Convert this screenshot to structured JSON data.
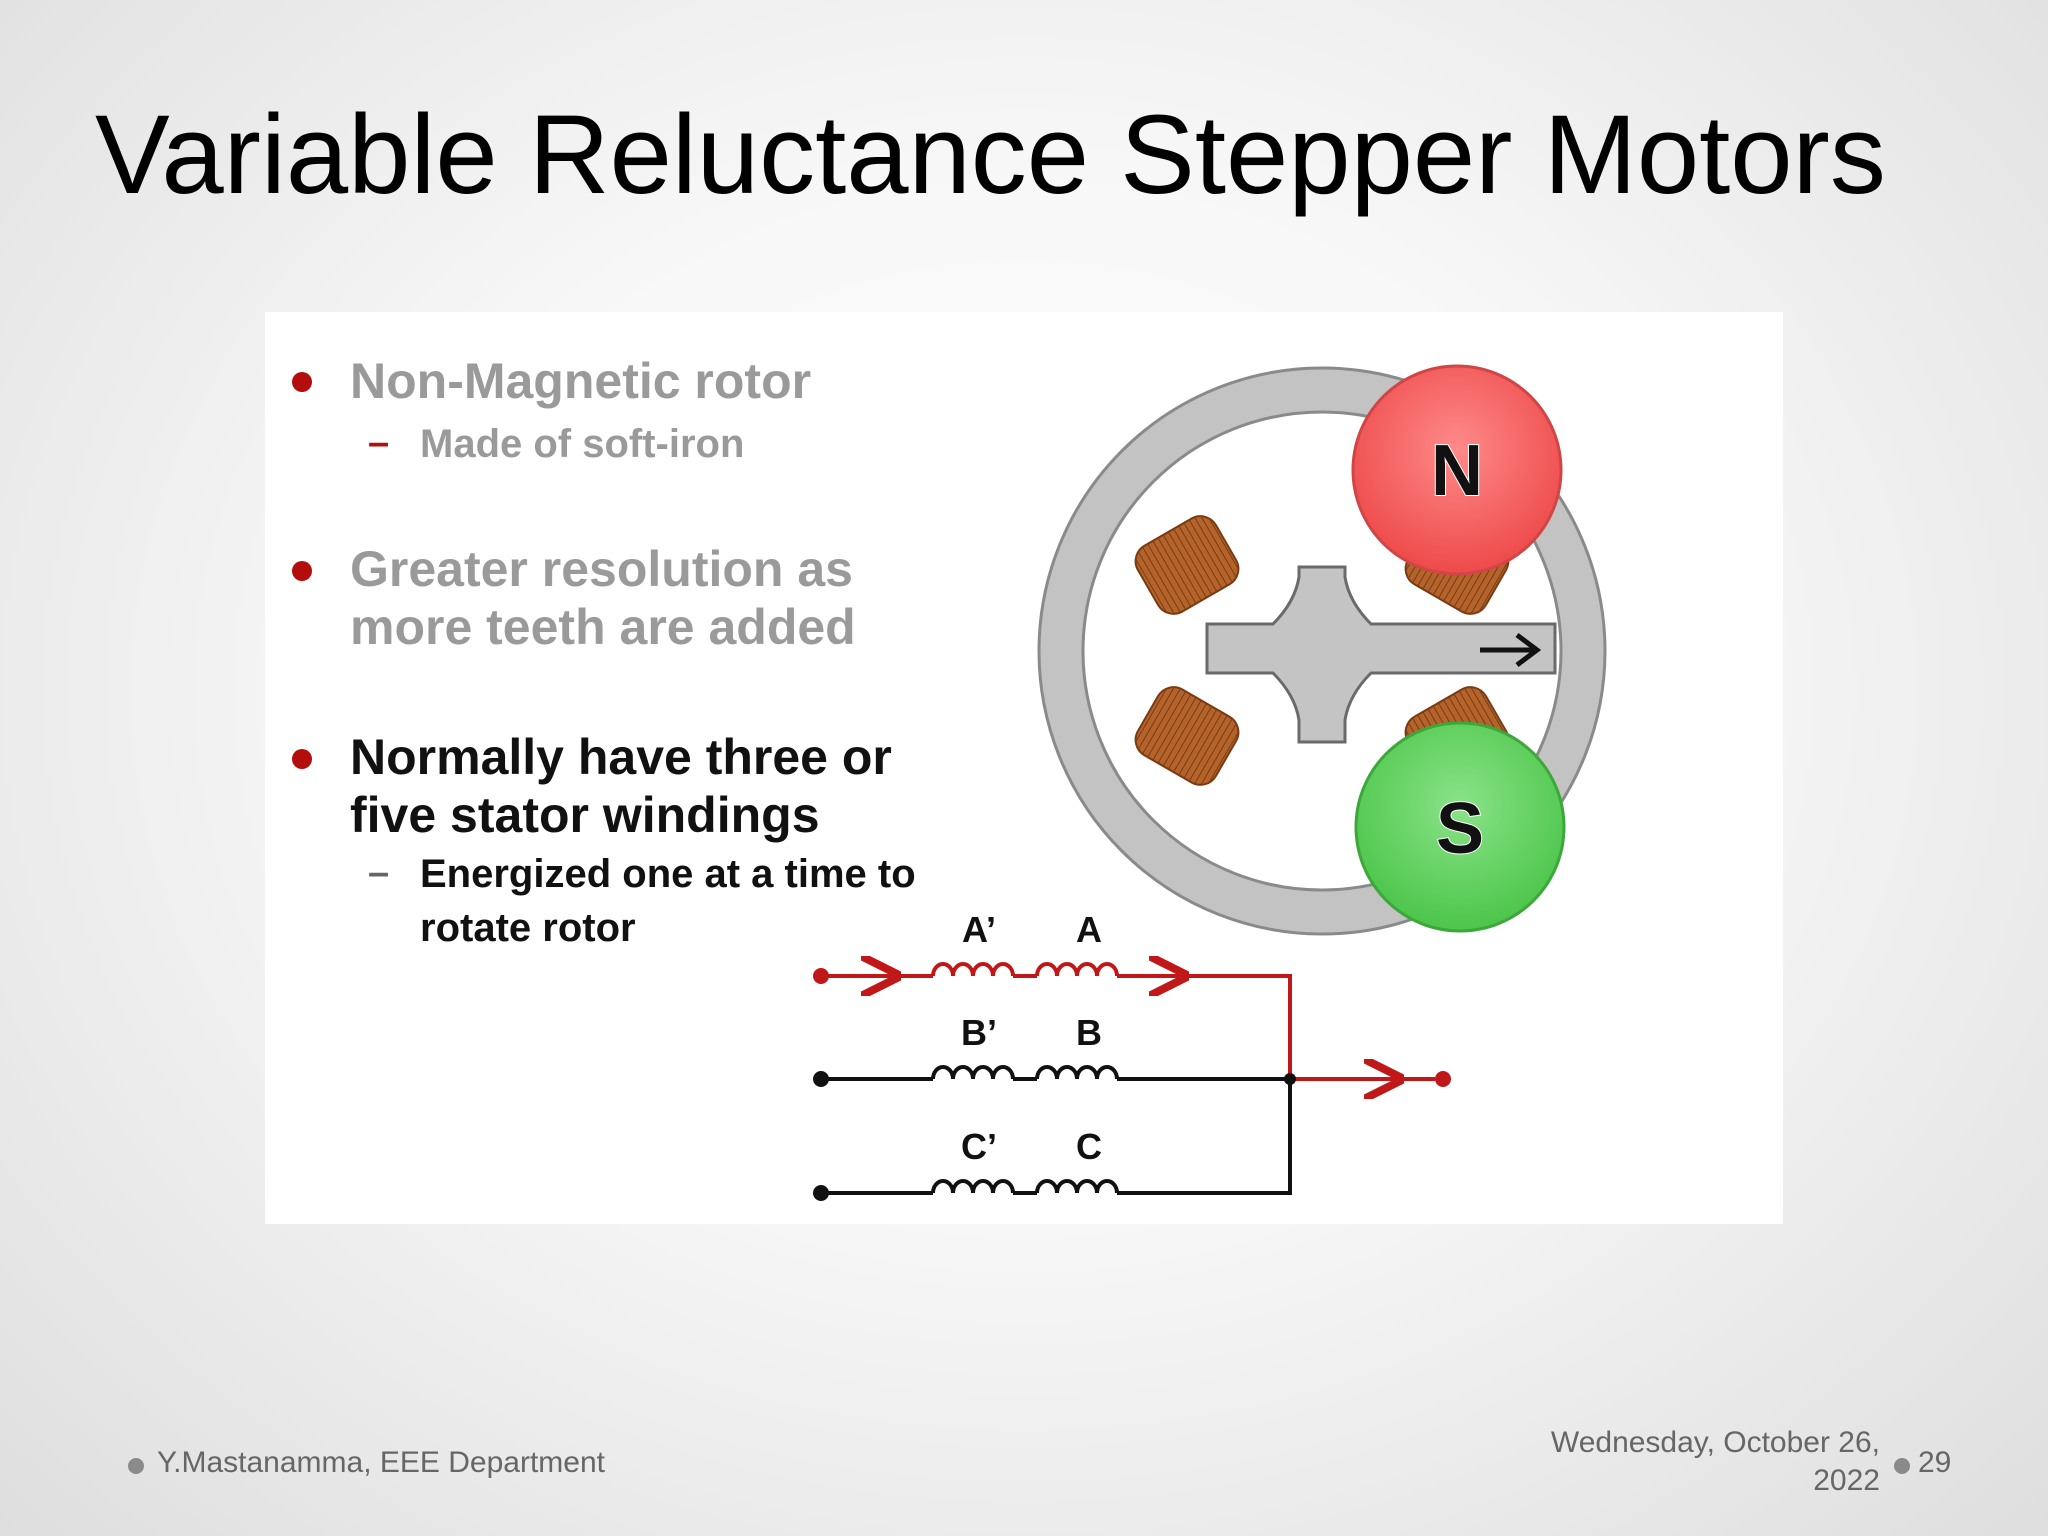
{
  "slide": {
    "title": "Variable Reluctance Stepper Motors"
  },
  "bullets": [
    {
      "text": "Non-Magnetic rotor",
      "style": "grey",
      "sub": [
        "Made of soft-iron"
      ]
    },
    {
      "text_lines": [
        "Greater resolution as",
        "more teeth are added"
      ],
      "style": "grey"
    },
    {
      "text_lines": [
        "Normally have three or",
        "five stator windings"
      ],
      "style": "black",
      "sub_lines": [
        "Energized one at a time to",
        "rotate rotor"
      ]
    }
  ],
  "diagram": {
    "north_label": "N",
    "south_label": "S",
    "coil_labels": {
      "a_prime": "A’",
      "a": "A",
      "b_prime": "B’",
      "b": "B",
      "c_prime": "C’",
      "c": "C"
    },
    "colors": {
      "north_pole": "#f05a5a",
      "south_pole": "#5ccf5a",
      "stator": "#c3c3c3",
      "winding": "#b4632a",
      "current": "#c01818"
    }
  },
  "footer": {
    "author": "Y.Mastanamma, EEE Department",
    "date_line1": "Wednesday, October 26,",
    "date_line2": "2022",
    "page": "29"
  }
}
